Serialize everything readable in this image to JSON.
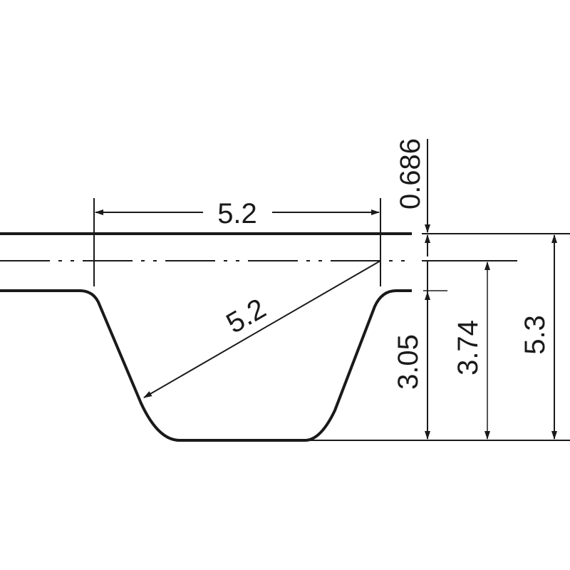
{
  "diagram": {
    "type": "timing-belt-tooth-profile",
    "colors": {
      "background": "#ffffff",
      "line": "#1a1a1a"
    },
    "dimensions": {
      "tooth_width": {
        "label": "5.2",
        "orientation": "horizontal"
      },
      "radius": {
        "label": "5.2",
        "orientation": "diagonal"
      },
      "top_offset": {
        "label": "0.686",
        "orientation": "vertical"
      },
      "tooth_height": {
        "label": "3.05",
        "orientation": "vertical"
      },
      "pitch_to_bottom": {
        "label": "3.74",
        "orientation": "vertical"
      },
      "total_height": {
        "label": "5.3",
        "orientation": "vertical"
      }
    }
  }
}
